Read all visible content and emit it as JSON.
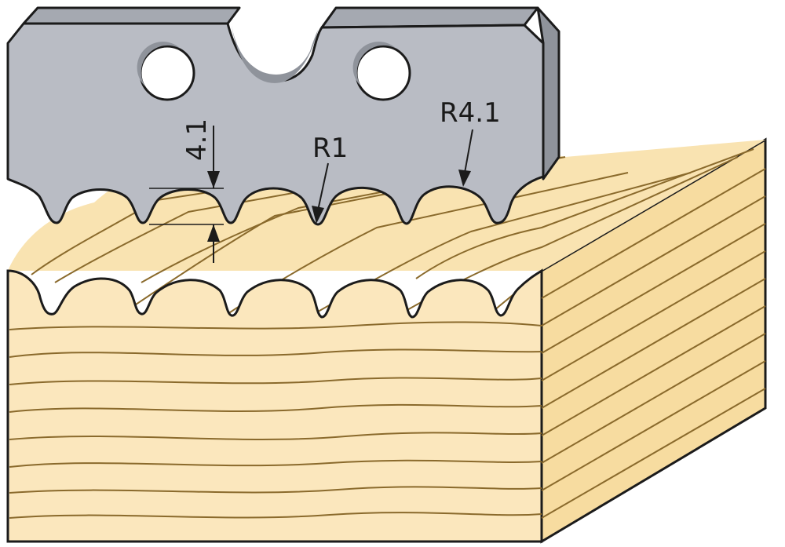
{
  "diagram": {
    "labels": {
      "depth": "4.1",
      "tip_radius": "R1",
      "flute_radius": "R4.1"
    },
    "colors": {
      "steel_face": "#b9bcc4",
      "steel_side": "#8f939b",
      "steel_top": "#a5a9b1",
      "steel_outline": "#1b1b1b",
      "wood_face": "#fbe7bd",
      "wood_side": "#f7dca0",
      "wood_top": "#f9e3b1",
      "grain_line": "#8a6a2c"
    },
    "icons": {
      "mounting_holes": "hole-icon",
      "dimension_arrows": "arrow-icon"
    }
  }
}
